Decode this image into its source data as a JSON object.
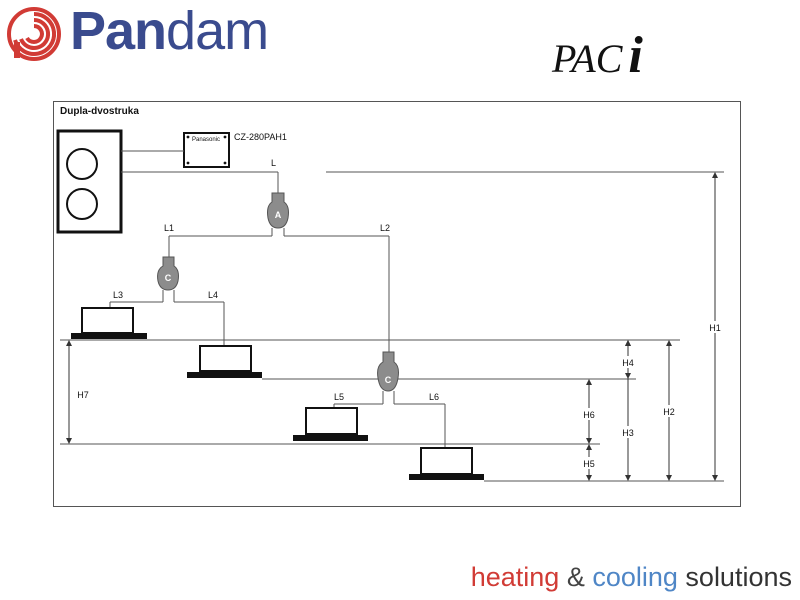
{
  "header": {
    "brand_bold": "Pan",
    "brand_light": "dam",
    "product_logo": "PAC",
    "product_logo_i": "i"
  },
  "diagram": {
    "title": "Dupla-dvostruka",
    "controller_model": "CZ-280PAH1",
    "controller_brand": "Panasonic",
    "branch_nodes": {
      "a": "A",
      "c_left": "C",
      "c_right": "C"
    },
    "pipe_labels": {
      "l": "L",
      "l1": "L1",
      "l2": "L2",
      "l3": "L3",
      "l4": "L4",
      "l5": "L5",
      "l6": "L6"
    },
    "height_labels": {
      "h1": "H1",
      "h2": "H2",
      "h3": "H3",
      "h4": "H4",
      "h5": "H5",
      "h6": "H6",
      "h7": "H7"
    }
  },
  "footer": {
    "heating": "heating",
    "amp": "&",
    "cooling": "cooling",
    "solutions": "solutions"
  },
  "colors": {
    "brand_blue": "#3a4b8e",
    "brand_red": "#d13b35",
    "cooling_blue": "#4f86c6",
    "node_gray": "#8c8c8c"
  }
}
